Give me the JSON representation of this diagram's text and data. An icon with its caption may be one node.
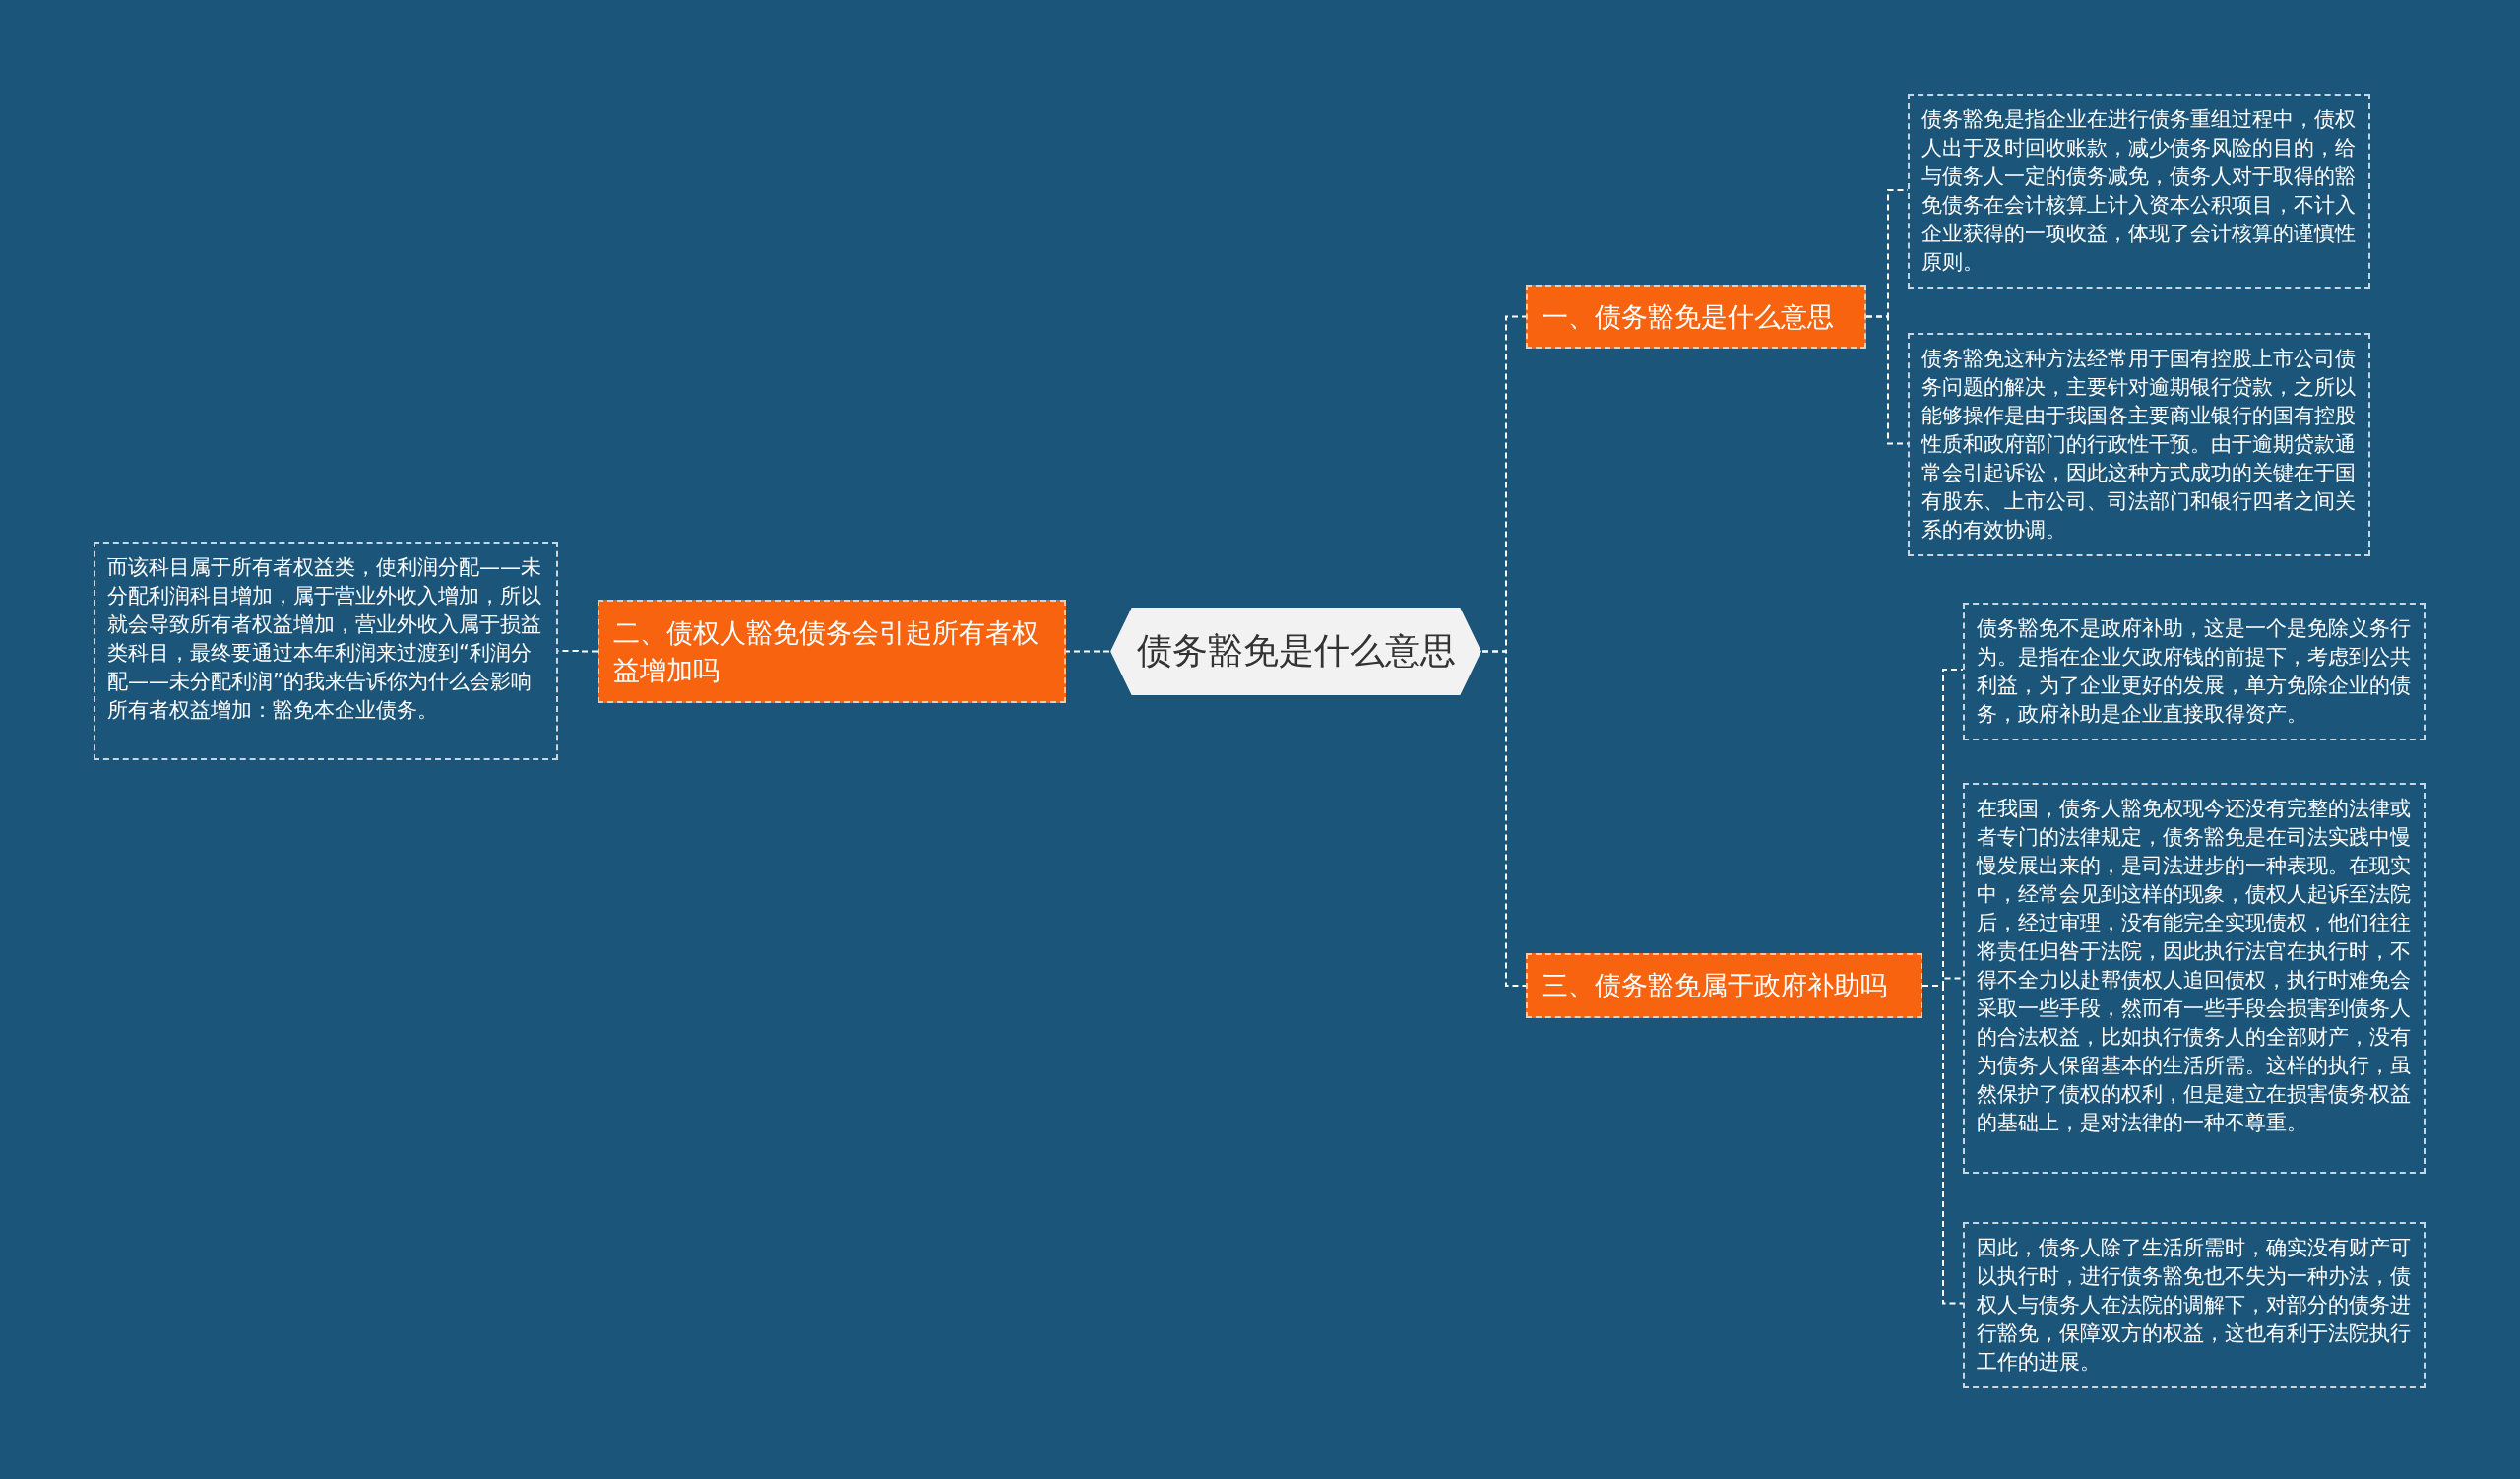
{
  "diagram": {
    "nodes": [
      {
        "text": [
          "债务豁免是什么意思"
        ]
      },
      {
        "text": [
          "一、债务豁免是什么意思"
        ]
      },
      {
        "text": [
          "债务豁免是指企业在进行债务重组过程中，债权人出于及时回收账款，减少债务风险的目的，给与债务人一定的债务减免，债务人对于取得的豁免债务在会计核算上计入资本公积项目，不计入企业获得的一项收益，体现了会计核算的谨慎性原则。"
        ]
      },
      {
        "text": [
          "债务豁免这种方法经常用于国有控股上市公司债务问题的解决，主要针对逾期银行贷款，之所以能够操作是由于我国各主要商业银行的国有控股性质和政府部门的行政性干预。由于逾期贷款通常会引起诉讼，因此这种方式成功的关键在于国有股东、上市公司、司法部门和银行四者之间关系的有效协调。"
        ]
      },
      {
        "text": [
          "二、债权人豁免债务会引起所有者权益增加吗"
        ]
      },
      {
        "text": [
          "而该科目属于所有者权益类，使利润分配——未分配利润科目增加，属于营业外收入增加，所以就会导致所有者权益增加，营业外收入属于损益类科目，最终要通过本年利润来过渡到“利润分配——未分配利润”的我来告诉你为什么会影响所有者权益增加：豁免本企业债务。"
        ]
      },
      {
        "text": [
          "三、债务豁免属于政府补助吗"
        ]
      },
      {
        "text": [
          "债务豁免不是政府补助，这是一个是免除义务行为。是指在企业欠政府钱的前提下，考虑到公共利益，为了企业更好的发展，单方免除企业的债务，政府补助是企业直接取得资产。"
        ]
      },
      {
        "text": [
          "在我国，债务人豁免权现今还没有完整的法律或者专门的法律规定，债务豁免是在司法实践中慢慢发展出来的，是司法进步的一种表现。在现实中，经常会见到这样的现象，债权人起诉至法院后，经过审理，没有能完全实现债权，他们往往将责任归咎于法院，因此执行法官在执行时，不得不全力以赴帮债权人追回债权，执行时难免会采取一些手段，然而有一些手段会损害到债务人的合法权益，比如执行债务人的全部财产，没有为债务人保留基本的生活所需。这样的执行，虽然保护了债权的权利，但是建立在损害债务权益的基础上，是对法律的一种不尊重。"
        ]
      },
      {
        "text": [
          "因此，债务人除了生活所需时，确实没有财产可以执行时，进行债务豁免也不失为一种办法，债权人与债务人在法院的调解下，对部分的债务进行豁免，保障双方的权益，这也有利于法院执行工作的进展。"
        ]
      }
    ],
    "edges": [
      {
        "from": 0,
        "to": 1,
        "arrow": "none"
      },
      {
        "from": 1,
        "to": 2,
        "arrow": "none"
      },
      {
        "from": 1,
        "to": 3,
        "arrow": "none"
      },
      {
        "from": 0,
        "to": 4,
        "arrow": "none"
      },
      {
        "from": 4,
        "to": 5,
        "arrow": "none"
      },
      {
        "from": 0,
        "to": 6,
        "arrow": "none"
      },
      {
        "from": 6,
        "to": 7,
        "arrow": "none"
      },
      {
        "from": 6,
        "to": 8,
        "arrow": "none"
      },
      {
        "from": 6,
        "to": 9,
        "arrow": "none"
      }
    ]
  }
}
